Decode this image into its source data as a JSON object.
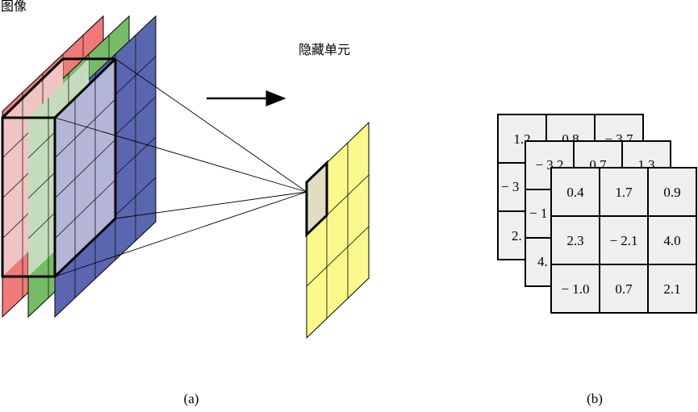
{
  "labels": {
    "image": "图像",
    "hidden_unit": "隐藏单元",
    "caption_a": "(a)",
    "caption_b": "(b)"
  },
  "colors": {
    "red_channel": "#f07a78",
    "green_channel": "#76bb66",
    "blue_channel": "#5b66b0",
    "output_map": "#fafa8c",
    "output_highlight": "#e2dcc2",
    "matrix_cell": "#efefef",
    "receptive_field_red": "#efc4c2",
    "receptive_field_green": "#c4dcbc",
    "receptive_field_blue": "#b4b6d8"
  },
  "matrices": [
    {
      "name": "back",
      "cells": [
        [
          "1.2",
          "0.8",
          "− 3.7"
        ],
        [
          "− 3",
          "",
          ""
        ],
        [
          "2.",
          "",
          ""
        ]
      ]
    },
    {
      "name": "middle",
      "cells": [
        [
          "− 3.2",
          "0.7",
          "1.3"
        ],
        [
          "− 1",
          "",
          ""
        ],
        [
          "4.",
          "",
          ""
        ]
      ]
    },
    {
      "name": "front",
      "cells": [
        [
          "0.4",
          "1.7",
          "0.9"
        ],
        [
          "2.3",
          "− 2.1",
          "4.0"
        ],
        [
          "− 1.0",
          "0.7",
          "2.1"
        ]
      ]
    }
  ]
}
